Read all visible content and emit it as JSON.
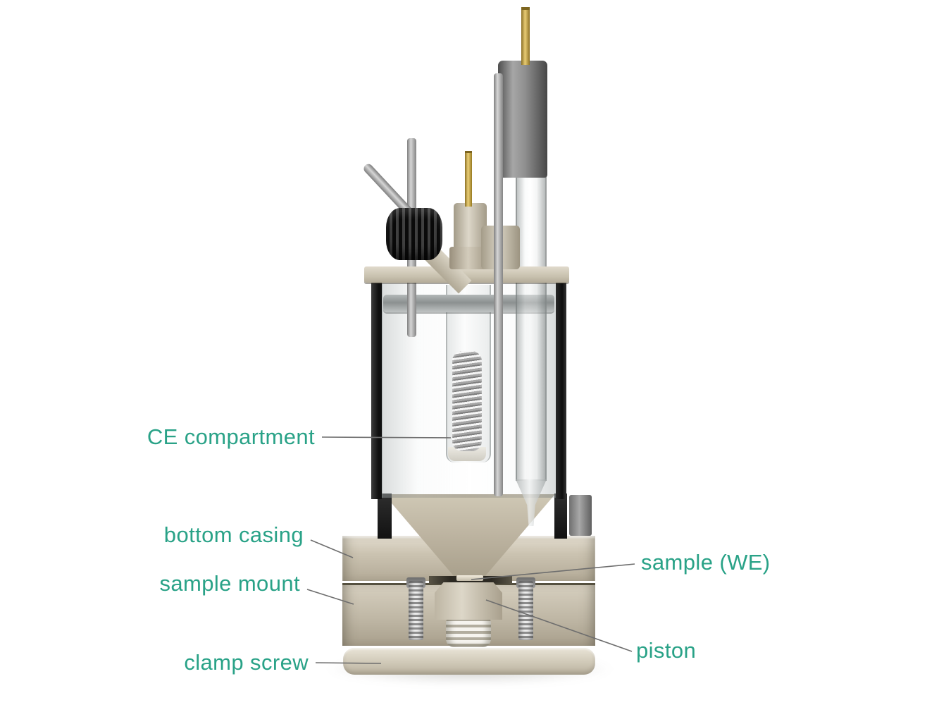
{
  "figure": {
    "background_color": "#ffffff",
    "label_color": "#29a287",
    "leader_line_color": "#6e6e6e",
    "labels": {
      "ce_compartment": "CE compartment",
      "bottom_casing": "bottom casing",
      "sample_mount": "sample mount",
      "clamp_screw": "clamp screw",
      "sample_we": "sample (WE)",
      "piston": "piston"
    }
  }
}
